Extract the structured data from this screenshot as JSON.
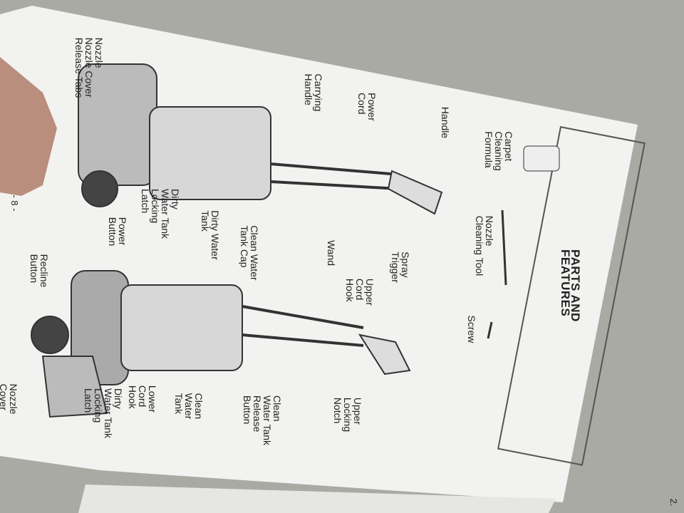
{
  "title": "PARTS AND FEATURES",
  "page_number": "- 8 -",
  "next_page_fragment": "2.",
  "labels": {
    "carpet_formula": "Carpet\nCleaning\nFormula",
    "nozzle_tool": "Nozzle\nCleaning Tool",
    "screw": "Screw",
    "handle": "Handle",
    "power_cord": "Power\nCord",
    "carrying_handle": "Carrying\nHandle",
    "nozzle": "Nozzle",
    "nozzle_cover_tabs": "Nozzle\nNozzle Cover\nRelease Tabs",
    "spray_trigger": "Spray\nTrigger",
    "wand": "Wand",
    "clean_tank_cap": "Clean Water\nTank Cap",
    "dirty_tank": "Dirty Water\nTank",
    "dirty_latch_1": "Dirty\nWater Tank\nLocking\nLatch",
    "power_button": "Power\nButton",
    "upper_cord_hook": "Upper\nCord\nHook",
    "upper_locking_notch": "Upper\nLocking\nNotch",
    "clean_release": "Clean\nWater Tank\nRelease\nButton",
    "clean_tank": "Clean\nWater\nTank",
    "lower_cord_hook": "Lower\nCord\nHook",
    "dirty_latch_2": "Dirty\nWater Tank\nLocking\nLatch",
    "nozzle_cover": "Nozzle\nCover",
    "recline_button": "Recline\nButton"
  }
}
